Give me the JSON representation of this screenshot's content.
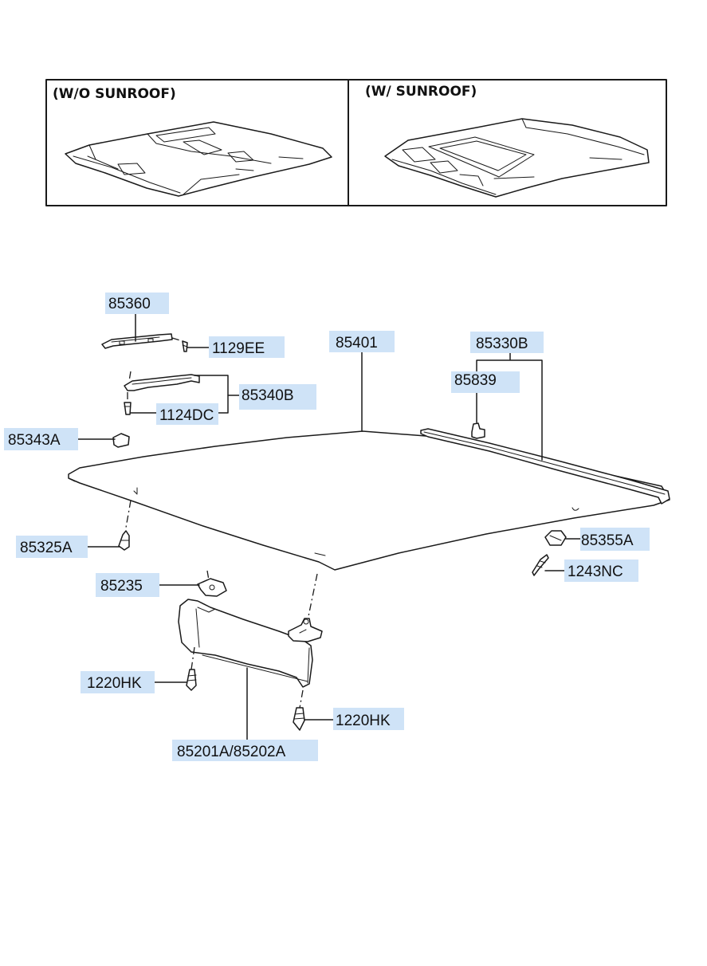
{
  "insets": {
    "without_sunroof": "(W/O  SUNROOF)",
    "with_sunroof": "(W/  SUNROOF)"
  },
  "parts": {
    "p85360": "85360",
    "p1129EE": "1129EE",
    "p85401": "85401",
    "p85330B": "85330B",
    "p85839": "85839",
    "p85340B": "85340B",
    "p1124DC": "1124DC",
    "p85343A": "85343A",
    "p85325A": "85325A",
    "p85355A": "85355A",
    "p1243NC": "1243NC",
    "p85235": "85235",
    "p1220HK_left": "1220HK",
    "p1220HK_right": "1220HK",
    "p85201A_85202A": "85201A/85202A"
  },
  "colors": {
    "label_highlight": "#cfe3f7",
    "line": "#1a1a1a"
  }
}
